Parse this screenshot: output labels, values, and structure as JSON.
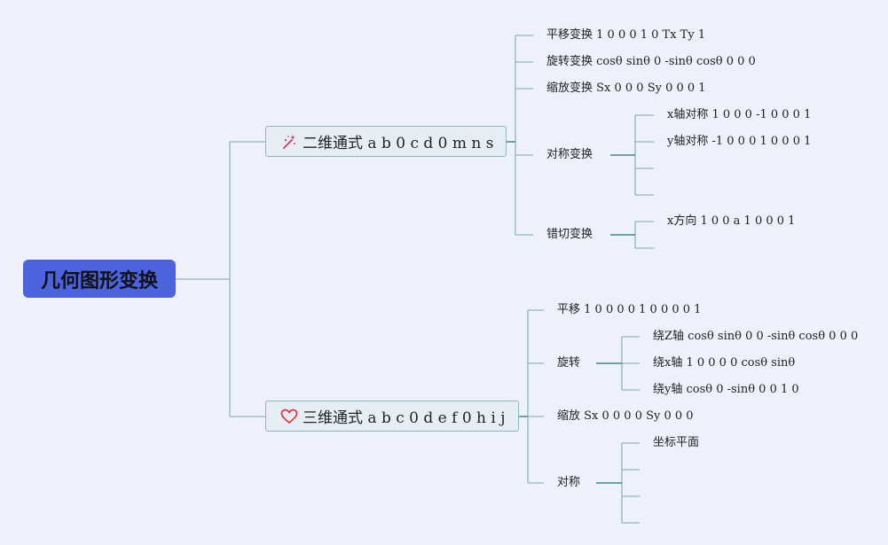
{
  "root": {
    "label": "几何图形变换"
  },
  "branch_2d": {
    "label": "二维通式 a b 0 c d 0 m n s",
    "icon": "magic-wand-icon",
    "items": [
      {
        "label": "平移变换 1 0 0 0 1 0 Tx Ty 1"
      },
      {
        "label": "旋转变换 cosθ sinθ 0 -sinθ cosθ 0 0 0"
      },
      {
        "label": "缩放变换 Sx 0 0 0 Sy 0 0 0 1"
      },
      {
        "label": "对称变换",
        "children": [
          "x轴对称 1 0 0 0 -1 0 0 0 1",
          "y轴对称 -1 0 0 0 1 0 0 0 1",
          "",
          ""
        ]
      },
      {
        "label": "错切变换",
        "children": [
          "x方向 1 0 0 a 1 0 0 0 1",
          ""
        ]
      }
    ]
  },
  "branch_3d": {
    "label": "三维通式 a b c 0 d e f 0 h i j",
    "icon": "heart-icon",
    "items": [
      {
        "label": "平移 1 0 0 0 0 1 0 0 0 0 1"
      },
      {
        "label": "旋转",
        "children": [
          "绕Z轴 cosθ sinθ 0 0 -sinθ cosθ 0 0 0",
          "绕x轴 1 0 0 0 0 cosθ sinθ",
          "绕y轴 cosθ 0 -sinθ 0 0 1 0"
        ]
      },
      {
        "label": "缩放 Sx 0 0 0 0 Sy 0 0 0"
      },
      {
        "label": "对称",
        "children": [
          "坐标平面",
          "",
          "",
          ""
        ]
      }
    ]
  },
  "colors": {
    "root_fill": "#4b63dc",
    "line": "#8fb5bf",
    "line_dark": "#4f8a8b",
    "heart": "#e0323a",
    "wand": "#d6336c",
    "background": "#eef0fb"
  }
}
